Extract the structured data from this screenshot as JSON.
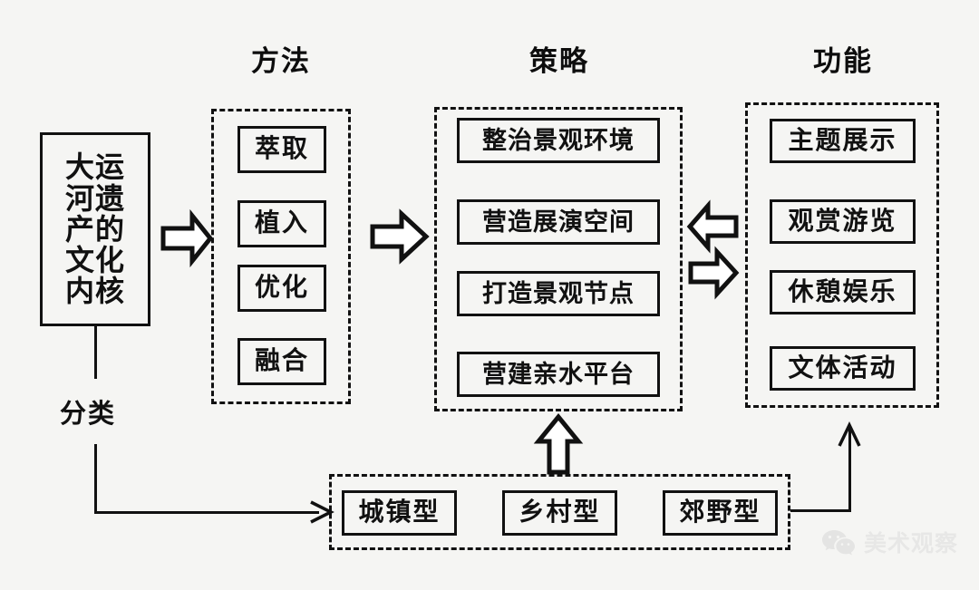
{
  "background_color": "#f5f5f3",
  "line_color": "#111111",
  "core": {
    "name": "大运河遗产的文化内核",
    "lines": [
      "大运",
      "河遗",
      "产的",
      "文化",
      "内核"
    ]
  },
  "classify_label": "分类",
  "columns": [
    {
      "title": "方法",
      "items": [
        "萃取",
        "植入",
        "优化",
        "融合"
      ]
    },
    {
      "title": "策略",
      "items": [
        "整治景观环境",
        "营造展演空间",
        "打造景观节点",
        "营建亲水平台"
      ]
    },
    {
      "title": "功能",
      "items": [
        "主题展示",
        "观赏游览",
        "休憩娱乐",
        "文体活动"
      ]
    }
  ],
  "types_group": {
    "items": [
      "城镇型",
      "乡村型",
      "郊野型"
    ]
  },
  "connectors": [
    {
      "icon": "block-arrow-right",
      "from": "core",
      "to": "方法"
    },
    {
      "icon": "block-arrow-right",
      "from": "方法",
      "to": "策略"
    },
    {
      "icon": "block-arrow-left",
      "from": "功能",
      "to": "策略"
    },
    {
      "icon": "block-arrow-right",
      "from": "策略",
      "to": "功能"
    },
    {
      "icon": "block-arrow-up",
      "from": "类型",
      "to": "策略"
    },
    {
      "icon": "line-arrow-right",
      "from": "分类",
      "to": "类型"
    },
    {
      "icon": "line-arrow-up",
      "from": "类型",
      "to": "功能"
    }
  ],
  "watermark": {
    "text": "美术观察",
    "logo": "wechat-logo"
  }
}
